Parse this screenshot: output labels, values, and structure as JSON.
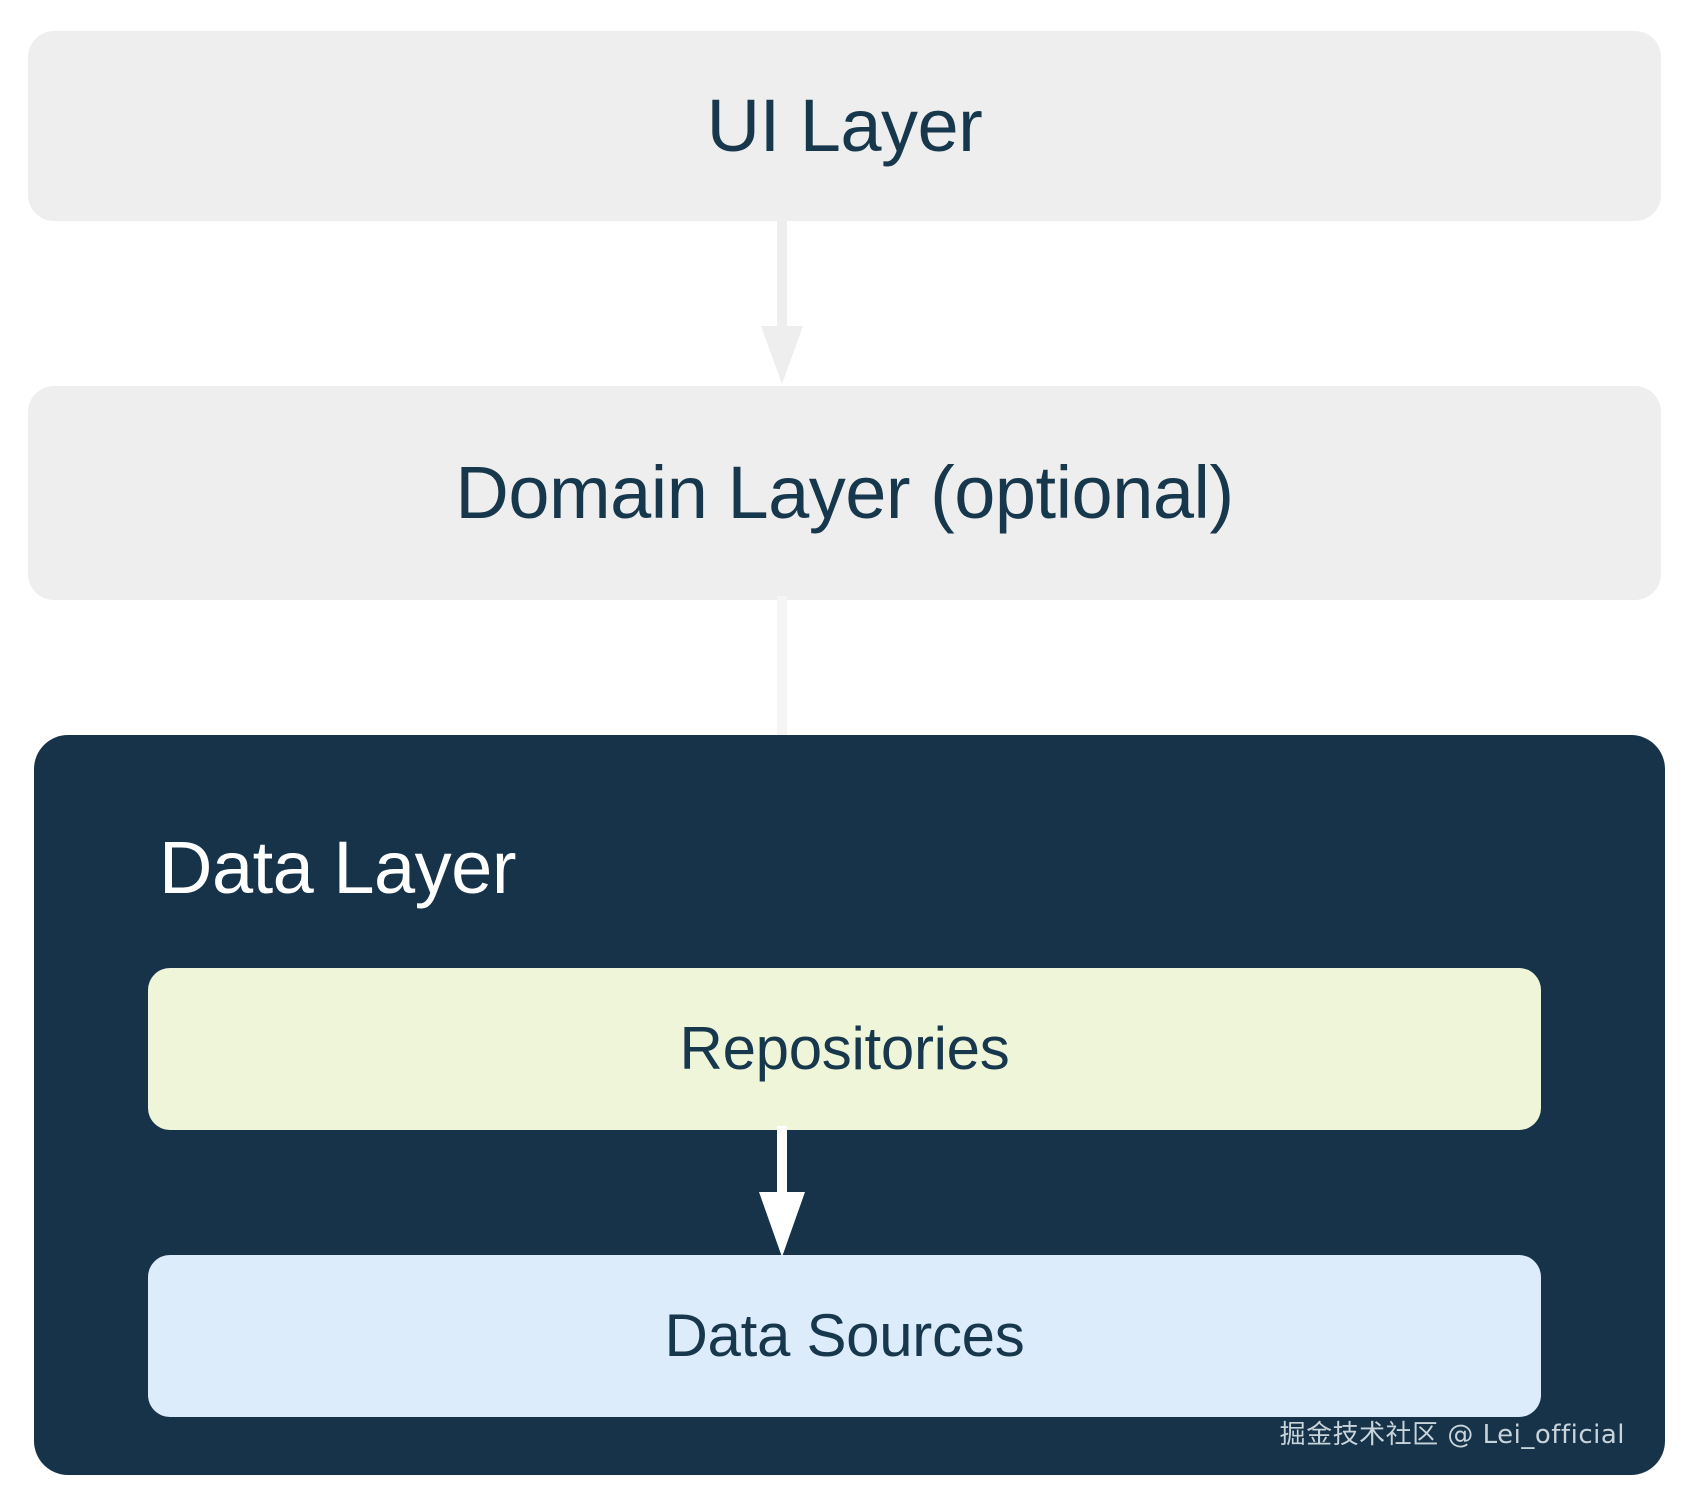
{
  "diagram": {
    "title": "Android app architecture layers",
    "type": "layered-architecture-diagram",
    "background_color": "#ffffff"
  },
  "layers": [
    {
      "id": "ui-layer",
      "label": "UI Layer",
      "background_color": "#eeeeee",
      "text_color": "#17384c"
    },
    {
      "id": "domain-layer",
      "label": "Domain Layer (optional)",
      "background_color": "#eeeeee",
      "text_color": "#17384c"
    },
    {
      "id": "data-layer",
      "label": "Data Layer",
      "background_color": "#16334a",
      "text_color": "#ffffff",
      "children": [
        {
          "id": "repositories",
          "label": "Repositories",
          "background_color": "#eff5d8",
          "text_color": "#17384c"
        },
        {
          "id": "data-sources",
          "label": "Data Sources",
          "background_color": "#ddecfb",
          "text_color": "#17384c"
        }
      ]
    }
  ],
  "arrows": [
    {
      "id": "ui-to-domain",
      "from": "UI Layer",
      "to": "Domain Layer (optional)",
      "color": "#eeeeee",
      "direction": "down"
    },
    {
      "id": "domain-to-repositories",
      "from": "Domain Layer (optional)",
      "to": "Repositories",
      "color": "#f5f5f5",
      "direction": "down"
    },
    {
      "id": "repositories-to-data-sources",
      "from": "Repositories",
      "to": "Data Sources",
      "color": "#ffffff",
      "direction": "down"
    }
  ],
  "watermark": {
    "text": "掘金技术社区 @ Lei_official",
    "color": "#c8d3da"
  }
}
